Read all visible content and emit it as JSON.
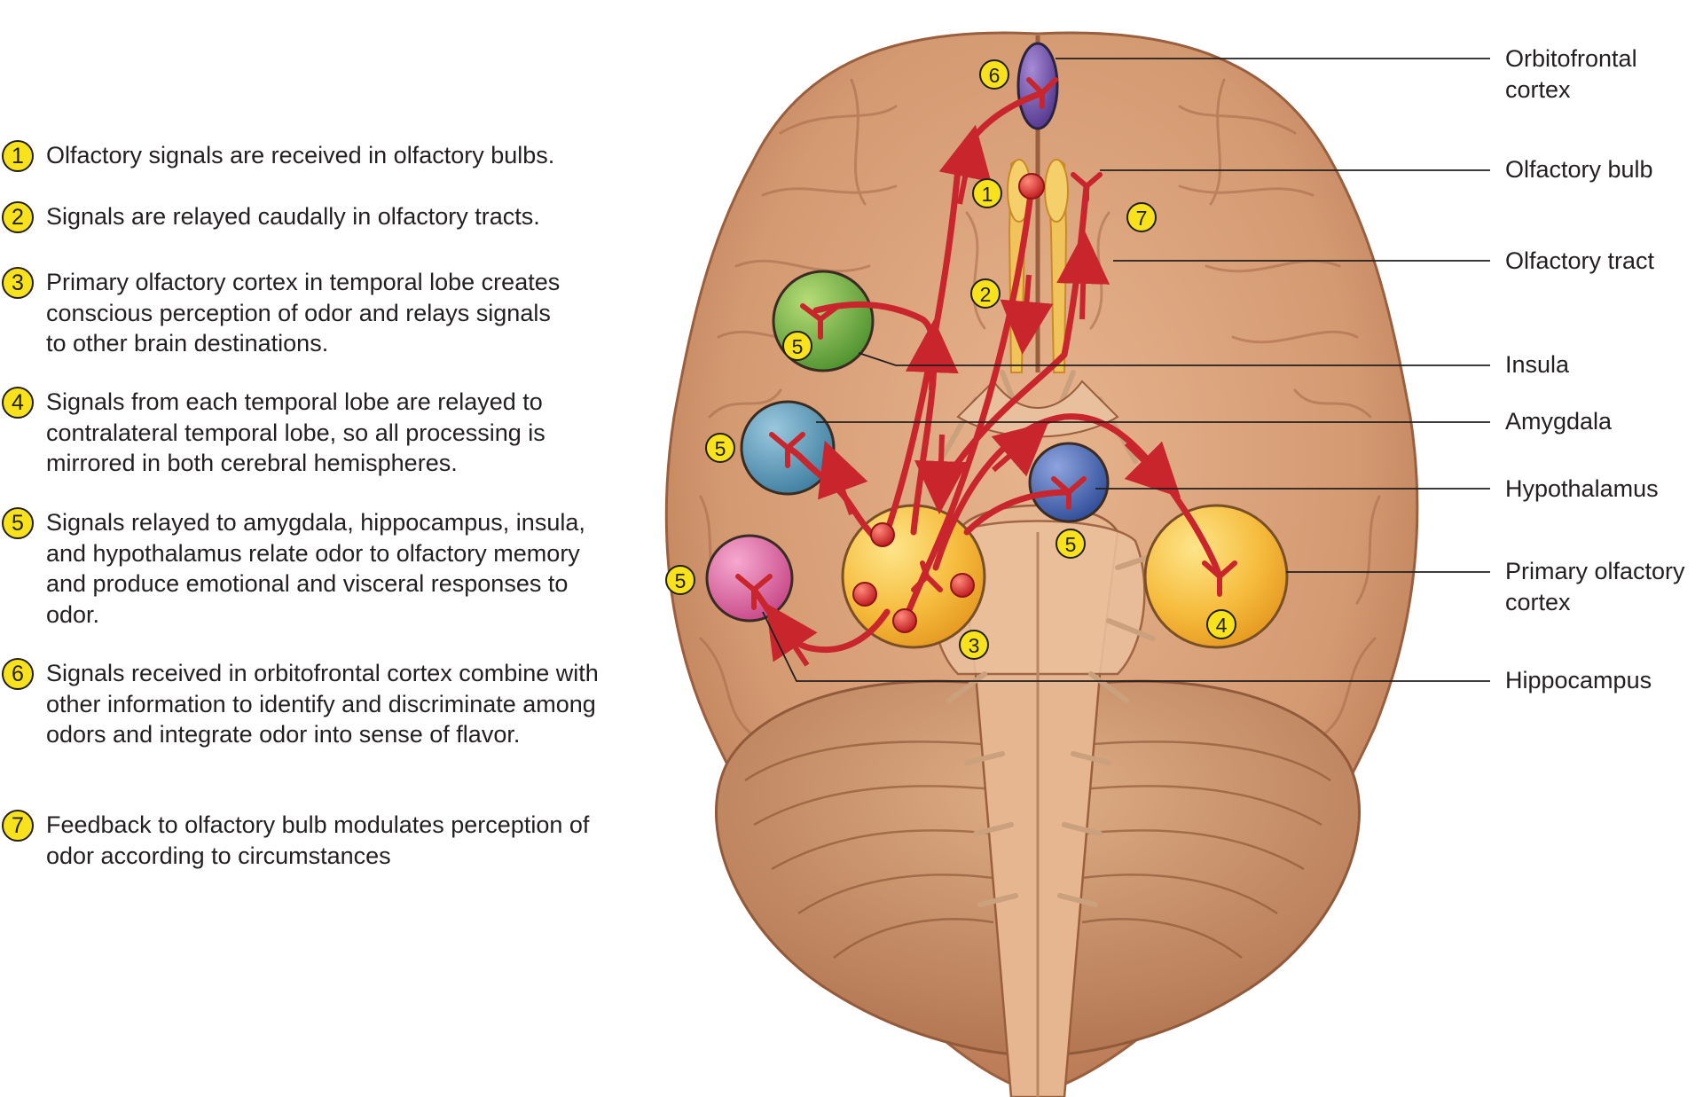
{
  "steps": [
    {
      "number": "1",
      "text": "Olfactory signals are received in olfactory bulbs."
    },
    {
      "number": "2",
      "text": "Signals are relayed caudally in olfactory tracts."
    },
    {
      "number": "3",
      "text": "Primary olfactory cortex in temporal lobe creates conscious perception of odor and relays signals to other brain destinations."
    },
    {
      "number": "4",
      "text": "Signals from each temporal lobe are relayed to contralateral temporal lobe, so all processing is mirrored in both cerebral hemispheres."
    },
    {
      "number": "5",
      "text": "Signals relayed to amygdala, hippocampus, insula, and hypothalamus relate odor to olfactory memory and produce emotional and visceral responses to odor."
    },
    {
      "number": "6",
      "text": "Signals received in orbitofrontal cortex combine with other information to identify and discriminate among odors and integrate odor into sense of flavor."
    },
    {
      "number": "7",
      "text": "Feedback to olfactory bulb modulates perception of odor according to circumstances"
    }
  ],
  "labels": {
    "orbitofrontal": "Orbitofrontal cortex",
    "olfactory_bulb": "Olfactory bulb",
    "olfactory_tract": "Olfactory tract",
    "insula": "Insula",
    "amygdala": "Amygdala",
    "hypothalamus": "Hypothalamus",
    "primary_olfactory": "Primary olfactory cortex",
    "hippocampus": "Hippocampus"
  },
  "diagram_badges": [
    "6",
    "1",
    "7",
    "2",
    "5",
    "5",
    "5",
    "5",
    "3",
    "4"
  ],
  "colors": {
    "badge_fill": "#f7e21c",
    "pathway_red": "#c8262c",
    "brain_tan": "#d9a07a",
    "orbitofrontal": "#6a4aa0",
    "insula": "#6aa83a",
    "amygdala": "#4f8fb0",
    "hypothalamus": "#3f5ea8",
    "hippocampus": "#d9609a",
    "primary_olfactory_cortex": "#f3b83a"
  }
}
